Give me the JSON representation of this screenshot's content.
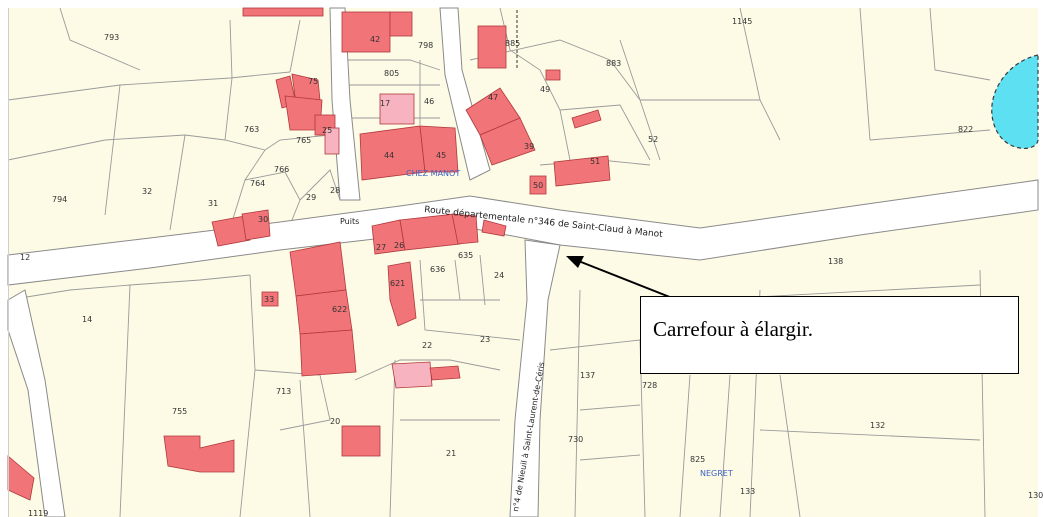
{
  "map": {
    "colors": {
      "land": "#fdfbe6",
      "road": "#ffffff",
      "parcel_line": "#9a9a9a",
      "building": "#f07478",
      "building_light": "#f7b3bf",
      "building_stroke": "#b0383c",
      "water": "#5ce0f2",
      "place_text": "#3b63c8"
    },
    "place_names": {
      "chez_manot": "CHEZ MANOT",
      "negret": "NEGRET"
    },
    "road_labels": {
      "route_346": "Route départementale n°346 de Saint-Claud à Manot",
      "route_4": "n°4 de Nieuil à Saint-Laurent-de-Céris",
      "puits": "Puits"
    },
    "parcel_numbers": {
      "p793": "793",
      "p42": "42",
      "p798": "798",
      "p885": "885",
      "p1145": "1145",
      "p805": "805",
      "p883": "883",
      "p75": "75",
      "p47": "47",
      "p49": "49",
      "p17": "17",
      "p46": "46",
      "p822": "822",
      "p763": "763",
      "p765": "765",
      "p25": "25",
      "p52": "52",
      "p44": "44",
      "p45": "45",
      "p39": "39",
      "p766": "766",
      "p51": "51",
      "p764": "764",
      "p50": "50",
      "p794": "794",
      "p32": "32",
      "p31": "31",
      "p29": "29",
      "p28": "28",
      "p30": "30",
      "p27": "27",
      "p26": "26",
      "p635": "635",
      "p12": "12",
      "p636": "636",
      "p138": "138",
      "p621": "621",
      "p24": "24",
      "p33": "33",
      "p622": "622",
      "p14": "14",
      "p23": "23",
      "p22": "22",
      "p137": "137",
      "p728": "728",
      "p713": "713",
      "p755": "755",
      "p20": "20",
      "p132": "132",
      "p730": "730",
      "p21": "21",
      "p825": "825",
      "p133": "133",
      "p1119": "1119",
      "p130": "130"
    }
  },
  "callout": {
    "text": "Carrefour à élargir."
  }
}
